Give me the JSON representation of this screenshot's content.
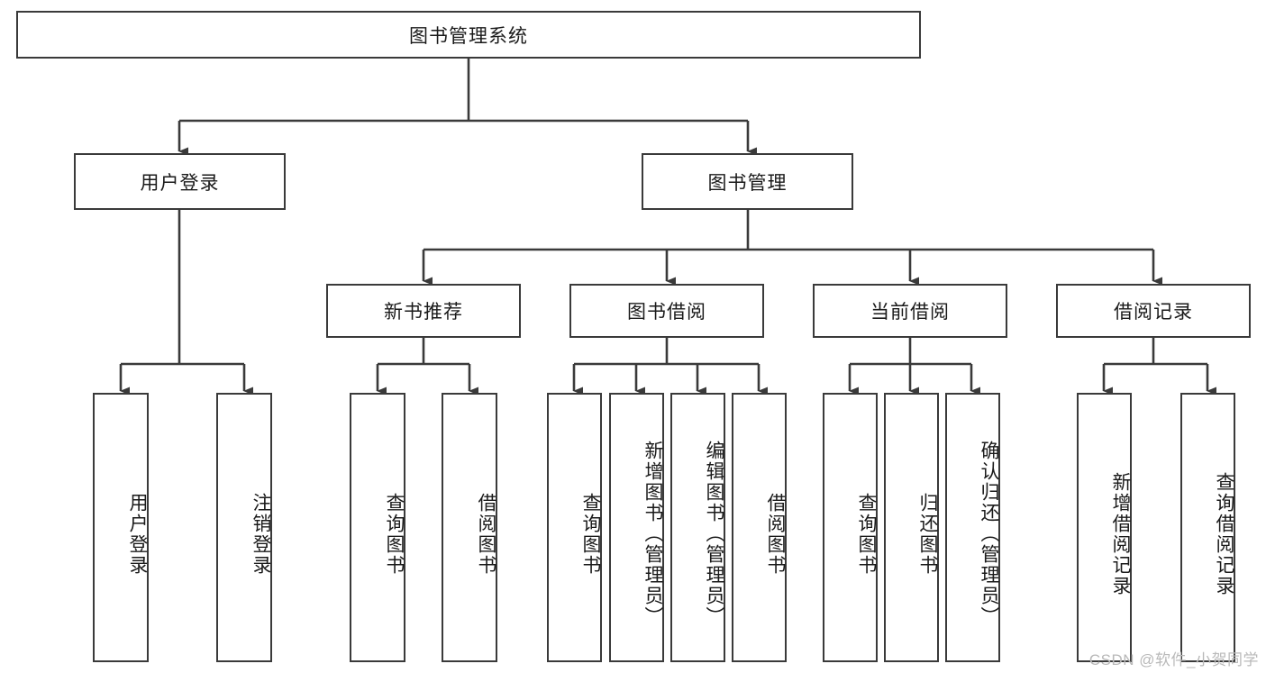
{
  "diagram": {
    "type": "hierarchy-tree",
    "title": "图书管理系统",
    "watermark": "CSDN @软件_小贺同学",
    "colors": {
      "box_border": "#3a3a3a",
      "box_fill": "#ffffff",
      "connector": "#3a3a3a",
      "text": "#1a1a1a",
      "watermark": "#b9b9b9"
    },
    "levels": {
      "root": {
        "label": "图书管理系统"
      },
      "level2": [
        {
          "label": "用户登录"
        },
        {
          "label": "图书管理"
        }
      ],
      "level3": [
        {
          "label": "新书推荐"
        },
        {
          "label": "图书借阅"
        },
        {
          "label": "当前借阅"
        },
        {
          "label": "借阅记录"
        }
      ],
      "leaves": [
        {
          "label": "用户登录"
        },
        {
          "label": "注销登录"
        },
        {
          "label": "查询图书"
        },
        {
          "label": "借阅图书"
        },
        {
          "label": "查询图书"
        },
        {
          "label": "新增图书（管理员）"
        },
        {
          "label": "编辑图书（管理员）"
        },
        {
          "label": "借阅图书"
        },
        {
          "label": "查询图书"
        },
        {
          "label": "归还图书"
        },
        {
          "label": "确认归还（管理员）"
        },
        {
          "label": "新增借阅记录"
        },
        {
          "label": "查询借阅记录"
        }
      ]
    },
    "tree": {
      "root": "图书管理系统",
      "children": [
        {
          "label": "用户登录",
          "children": [
            {
              "label": "用户登录"
            },
            {
              "label": "注销登录"
            }
          ]
        },
        {
          "label": "图书管理",
          "children": [
            {
              "label": "新书推荐",
              "children": [
                {
                  "label": "查询图书"
                },
                {
                  "label": "借阅图书"
                }
              ]
            },
            {
              "label": "图书借阅",
              "children": [
                {
                  "label": "查询图书"
                },
                {
                  "label": "新增图书（管理员）"
                },
                {
                  "label": "编辑图书（管理员）"
                },
                {
                  "label": "借阅图书"
                }
              ]
            },
            {
              "label": "当前借阅",
              "children": [
                {
                  "label": "查询图书"
                },
                {
                  "label": "归还图书"
                },
                {
                  "label": "确认归还（管理员）"
                }
              ]
            },
            {
              "label": "借阅记录",
              "children": [
                {
                  "label": "新增借阅记录"
                },
                {
                  "label": "查询借阅记录"
                }
              ]
            }
          ]
        }
      ]
    }
  }
}
